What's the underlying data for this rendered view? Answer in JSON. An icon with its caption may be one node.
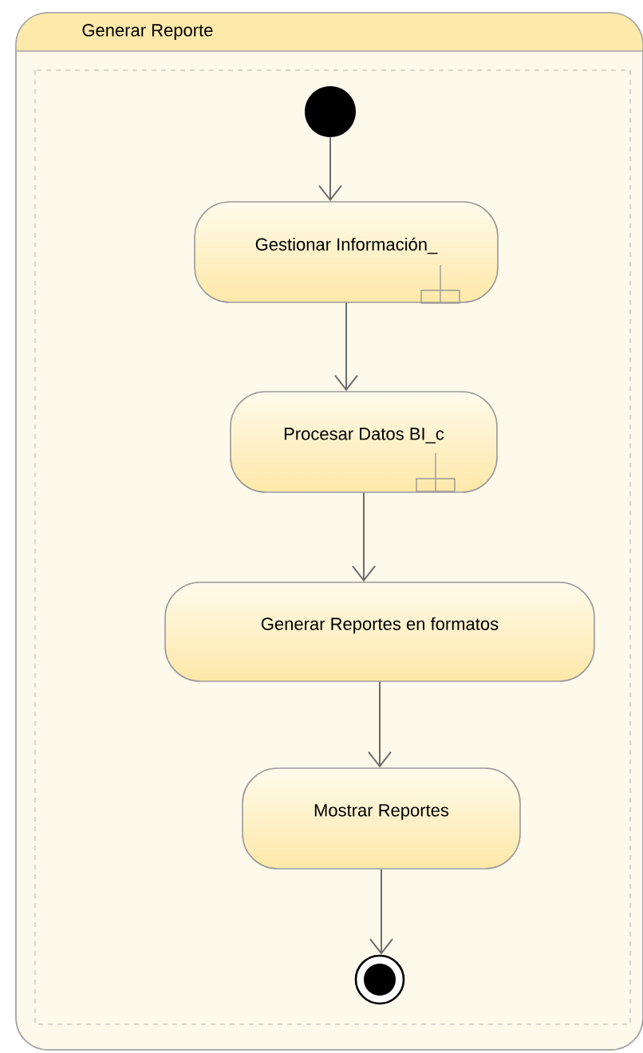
{
  "diagram": {
    "nodes": [
      {
        "text": [
          "Generar Reporte"
        ]
      },
      {
        "text": [],
        "shape": "circle",
        "in": 0
      },
      {
        "text": [
          "Gestionar Información_"
        ],
        "in": 0
      },
      {
        "text": [
          "Procesar Datos BI_c"
        ],
        "in": 0
      },
      {
        "text": [
          "Generar Reportes en formatos"
        ],
        "in": 0
      },
      {
        "text": [
          "Mostrar Reportes"
        ],
        "in": 0
      },
      {
        "text": [],
        "shape": "circle",
        "in": 0
      }
    ],
    "edges": [
      {
        "from": 1,
        "to": 2,
        "arrow": "to"
      },
      {
        "from": 2,
        "to": 3,
        "arrow": "to"
      },
      {
        "from": 3,
        "to": 4,
        "arrow": "to"
      },
      {
        "from": 4,
        "to": 5,
        "arrow": "to"
      },
      {
        "from": 5,
        "to": 6,
        "arrow": "to"
      }
    ]
  }
}
